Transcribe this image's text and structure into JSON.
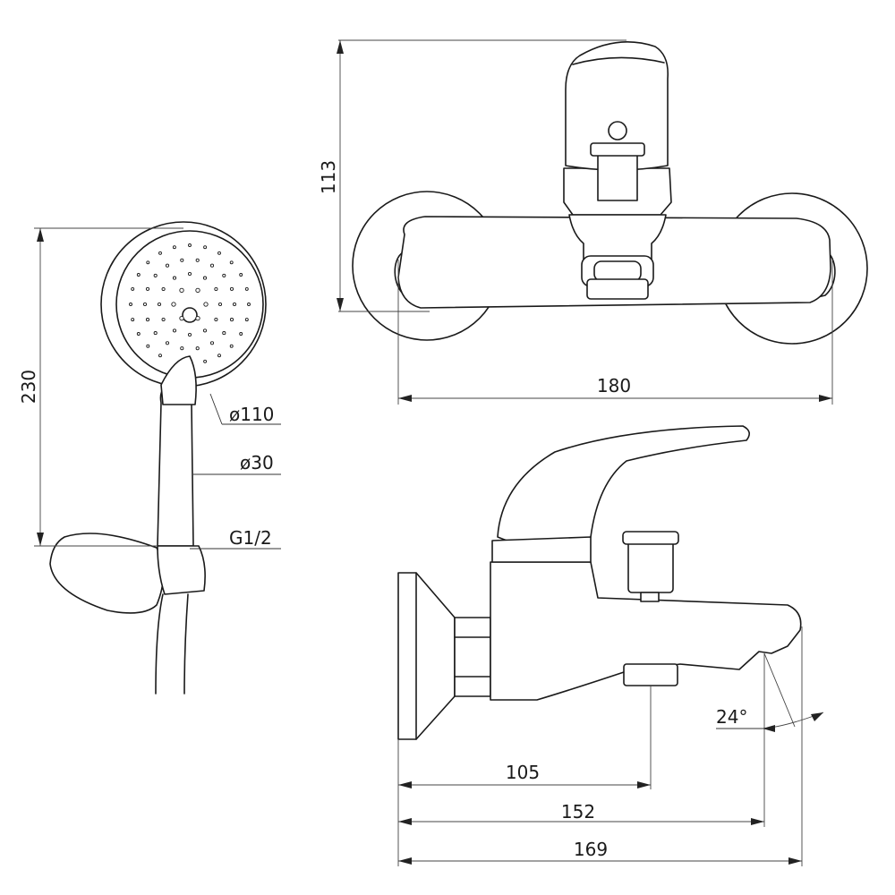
{
  "dimensions": {
    "front_height": "113",
    "front_width": "180",
    "handshower_length": "230",
    "head_diameter": "ø110",
    "handle_diameter": "ø30",
    "thread": "G1/2",
    "spout_angle": "24°",
    "diverter_distance": "105",
    "spout_tip_distance": "152",
    "overall_depth": "169"
  }
}
